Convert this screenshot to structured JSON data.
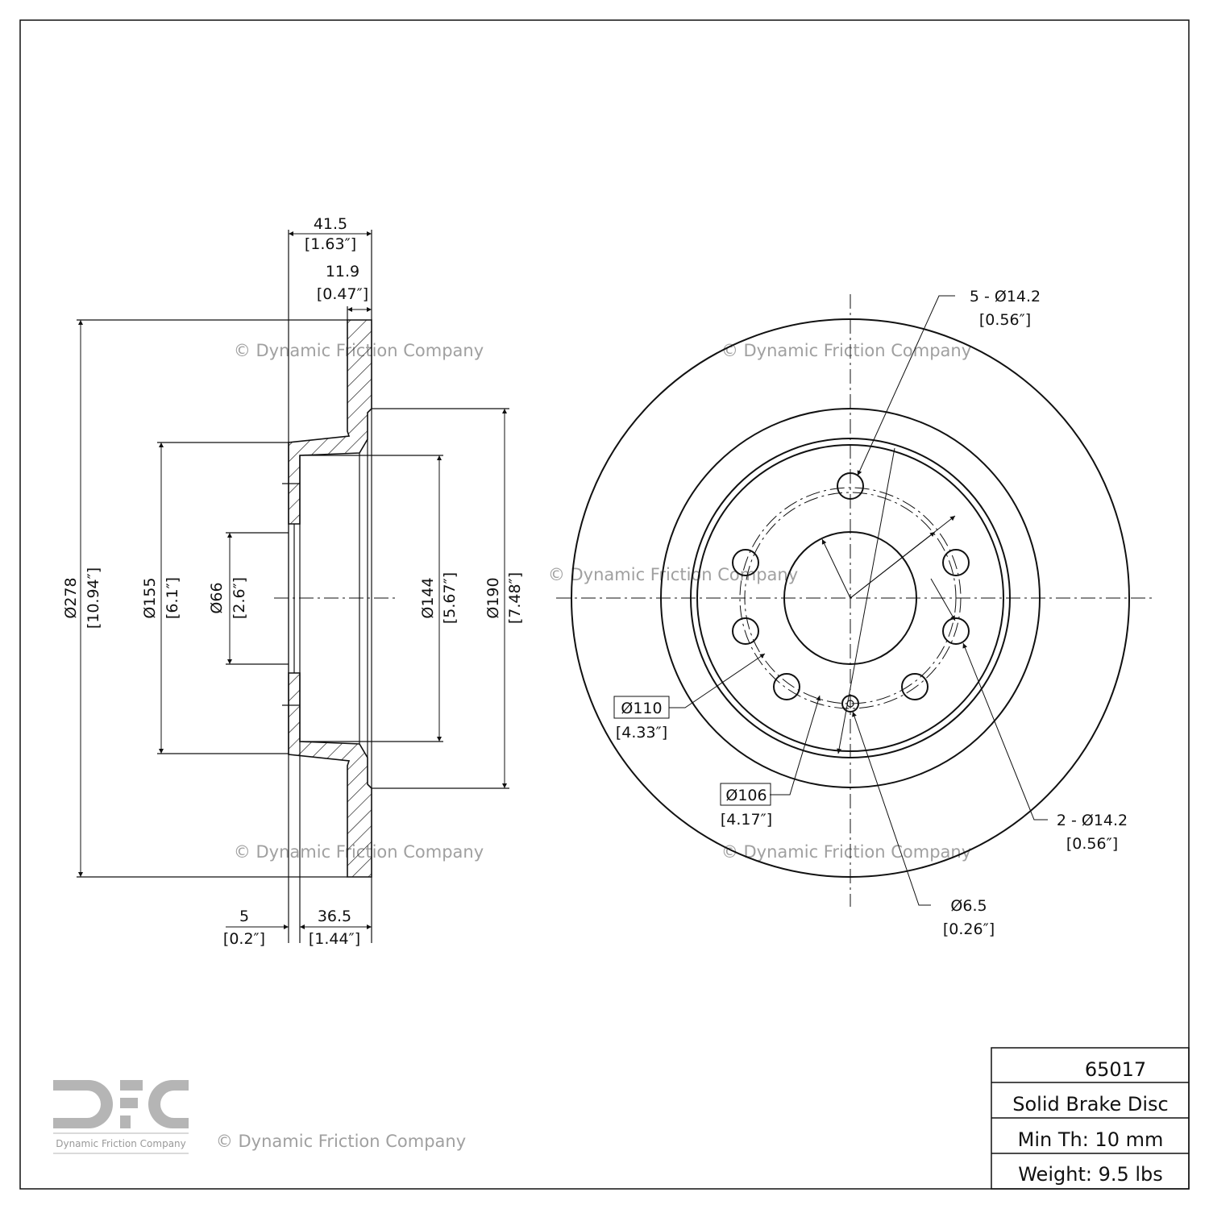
{
  "watermark": "© Dynamic Friction Company",
  "logo": {
    "letters": "DFC",
    "company": "Dynamic Friction Company"
  },
  "section_view": {
    "overall_width": {
      "mm": "41.5",
      "in": "[1.63″]"
    },
    "disc_thickness": {
      "mm": "11.9",
      "in": "[0.47″]"
    },
    "outer_diameter": {
      "mm": "Ø278",
      "in": "[10.94″]"
    },
    "hat_diameter": {
      "mm": "Ø155",
      "in": "[6.1″]"
    },
    "center_bore": {
      "mm": "Ø66",
      "in": "[2.6″]"
    },
    "inner_hat": {
      "mm": "Ø144",
      "in": "[5.67″]"
    },
    "friction_inner": {
      "mm": "Ø190",
      "in": "[7.48″]"
    },
    "hat_thickness": {
      "mm": "5",
      "in": "[0.2″]"
    },
    "offset": {
      "mm": "36.5",
      "in": "[1.44″]"
    }
  },
  "face_view": {
    "bolt_holes_5": {
      "mm": "5 - Ø14.2",
      "in": "[0.56″]"
    },
    "bolt_circle_110": {
      "mm": "Ø110",
      "in": "[4.33″]"
    },
    "bolt_circle_106": {
      "mm": "Ø106",
      "in": "[4.17″]"
    },
    "bolt_holes_2": {
      "mm": "2 - Ø14.2",
      "in": "[0.56″]"
    },
    "locator_hole": {
      "mm": "Ø6.5",
      "in": "[0.26″]"
    }
  },
  "title_block": {
    "part_number": "65017",
    "type": "Solid Brake Disc",
    "min_thickness": "Min Th: 10 mm",
    "weight": "Weight: 9.5 lbs"
  }
}
